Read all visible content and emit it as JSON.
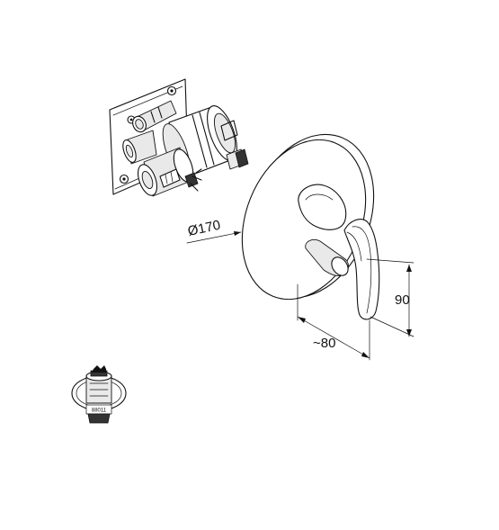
{
  "dimensions": {
    "diameter_label": "Ø170",
    "height_label": "90",
    "depth_label": "~80"
  },
  "accessory": {
    "part_number": "88011"
  },
  "colors": {
    "line": "#111111",
    "background": "#ffffff",
    "shade": "#e9e9e9"
  }
}
